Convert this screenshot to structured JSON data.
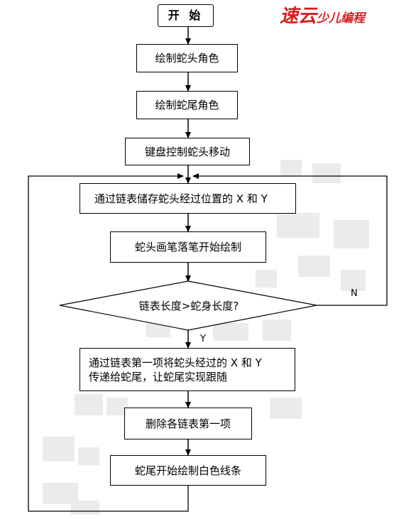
{
  "nodes": {
    "start": "开 始",
    "draw_head": "绘制蛇头角色",
    "draw_tail": "绘制蛇尾角色",
    "keyboard": "键盘控制蛇头移动",
    "store": "通过链表储存蛇头经过位置的 X 和 Y",
    "pen_down": "蛇头画笔落笔开始绘制",
    "decision": "链表长度>蛇身长度?",
    "pass_line1": "通过链表第一项将蛇头经过的 X 和 Y",
    "pass_line2": "传递给蛇尾，让蛇尾实现跟随",
    "delete": "删除各链表第一项",
    "tail_draw": "蛇尾开始绘制白色线条"
  },
  "edge_labels": {
    "yes": "Y",
    "no": "N"
  },
  "watermark": {
    "logo_text": "速云",
    "logo_sub": "少儿编程",
    "color": "#d41f1f"
  }
}
